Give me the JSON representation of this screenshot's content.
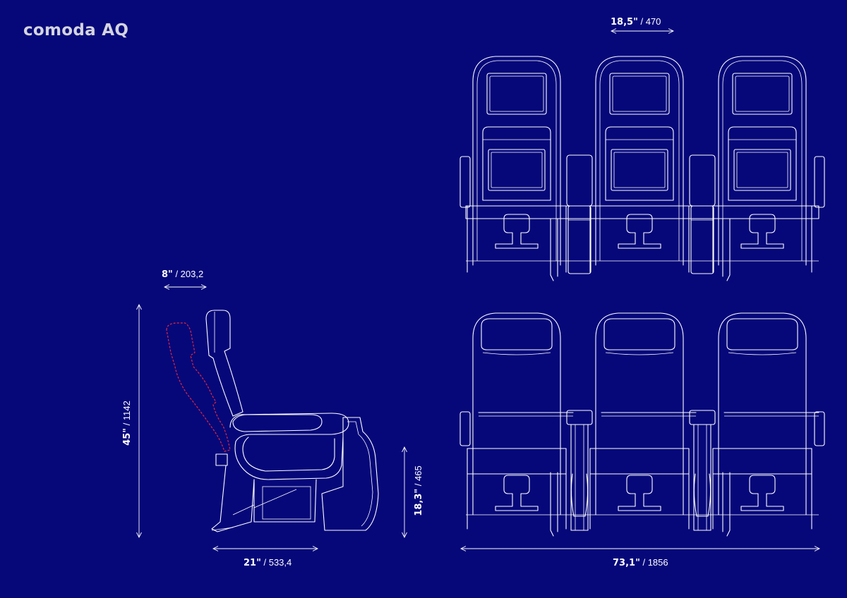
{
  "brand": {
    "title": "comoda AQ"
  },
  "dimensions": {
    "seat_width": {
      "imperial": "18,5\"",
      "metric": "470"
    },
    "recline": {
      "imperial": "8\"",
      "metric": "203,2"
    },
    "height": {
      "imperial": "45\"",
      "metric": "1142"
    },
    "seat_height": {
      "imperial": "18,3\"",
      "metric": "465"
    },
    "depth": {
      "imperial": "21\"",
      "metric": "533,4"
    },
    "total_width": {
      "imperial": "73,1\"",
      "metric": "1856"
    }
  },
  "colors": {
    "background": "#06087a",
    "line": "#ffffff",
    "recline_outline": "#e0283a",
    "brand_text": "#d4d4df"
  },
  "views": [
    "side-view",
    "rear-view",
    "front-view"
  ]
}
